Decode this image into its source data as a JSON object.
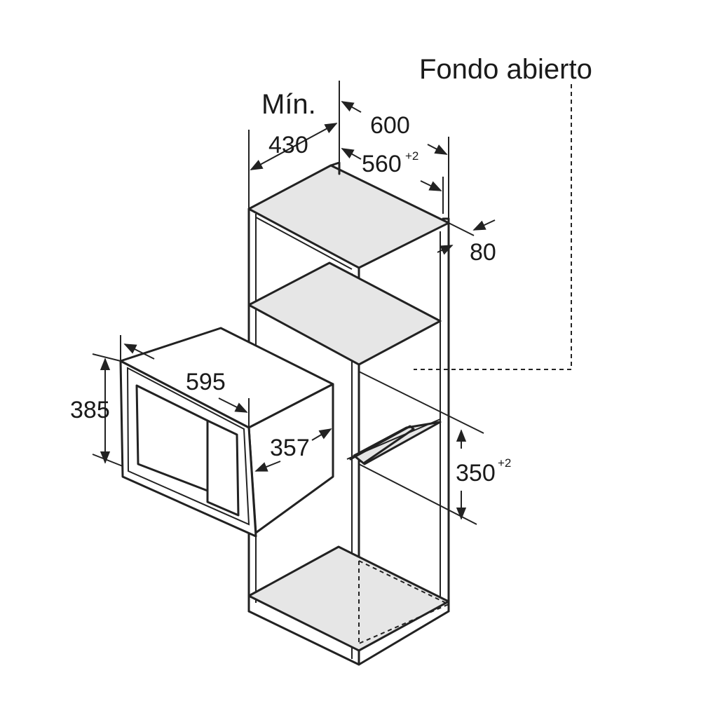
{
  "labels": {
    "open_back": "Fondo abierto",
    "min": "Mín.",
    "depth_min": "430",
    "cabinet_depth": "600",
    "inner_width": "560",
    "inner_width_tol": "+2",
    "rear_gap": "80",
    "appliance_width": "595",
    "appliance_height": "385",
    "appliance_depth": "357",
    "niche_height": "350",
    "niche_height_tol": "+2"
  }
}
